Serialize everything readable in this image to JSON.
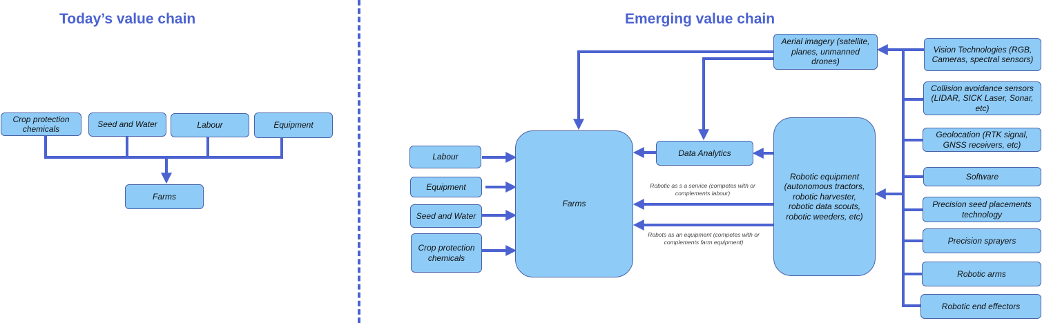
{
  "today": {
    "title": "Today’s value chain",
    "inputs": [
      "Crop protection chemicals",
      "Seed and Water",
      "Labour",
      "Equipment"
    ],
    "target": "Farms"
  },
  "emerging": {
    "title": "Emerging value chain",
    "inputs": [
      "Labour",
      "Equipment",
      "Seed and Water",
      "Crop protection chemicals"
    ],
    "farms": "Farms",
    "data_analytics": "Data Analytics",
    "aerial_imagery": "Aerial imagery (satellite, planes, unmanned drones)",
    "robotic_equipment": "Robotic equipment (autonomous tractors, robotic harvester, robotic data scouts, robotic weeders, etc)",
    "note_service": "Robotic as s a service (competes with or complements labour)",
    "note_equipment": "Robots as an equipment (competes with or complements farm equipment)",
    "technologies": [
      "Vision Technologies (RGB, Cameras, spectral sensors)",
      "Collision avoidance sensors (LIDAR, SICK Laser, Sonar, etc)",
      "Geolocation (RTK signal, GNSS receivers, etc)",
      "Software",
      "Precision seed placements technology",
      "Precision sprayers",
      "Robotic arms",
      "Robotic end effectors"
    ]
  },
  "colors": {
    "accent": "#4b62d0",
    "box_fill": "#8ecbf6",
    "box_border": "#4a62a8"
  }
}
